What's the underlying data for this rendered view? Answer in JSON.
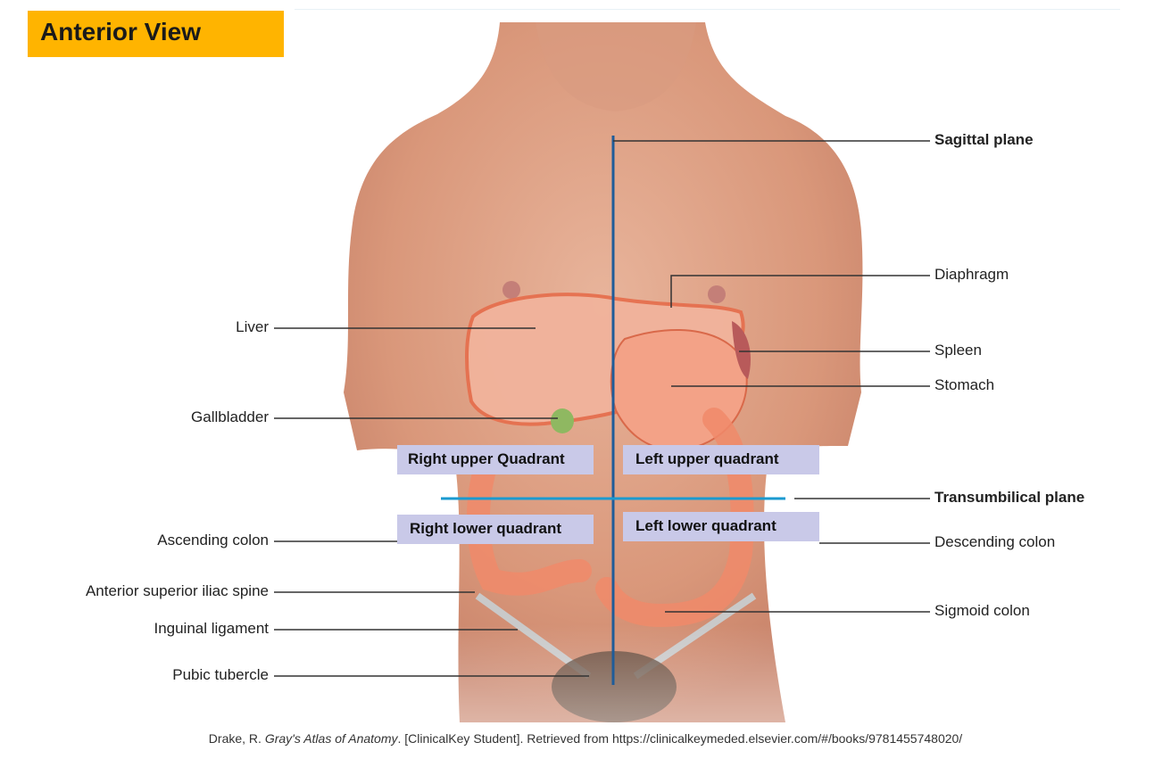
{
  "title": "Anterior View",
  "colors": {
    "title_bg": "#FFB400",
    "plane_sagittal": "#1f5c99",
    "plane_transumbilical": "#1a9ad0",
    "quadrant_bg": "#c9c9e8",
    "skin": "#e2a98e",
    "organ": "#f3a287"
  },
  "labels_left": {
    "liver": "Liver",
    "gallbladder": "Gallbladder",
    "ascending_colon": "Ascending colon",
    "asis": "Anterior superior iliac spine",
    "inguinal_ligament": "Inguinal ligament",
    "pubic_tubercle": "Pubic tubercle"
  },
  "labels_right": {
    "sagittal_plane": "Sagittal plane",
    "diaphragm": "Diaphragm",
    "spleen": "Spleen",
    "stomach": "Stomach",
    "transumbilical_plane": "Transumbilical plane",
    "descending_colon": "Descending colon",
    "sigmoid_colon": "Sigmoid colon"
  },
  "quadrants": {
    "ruq": "Right upper Quadrant",
    "luq": "Left upper quadrant",
    "rlq": "Right lower quadrant",
    "llq": "Left lower quadrant"
  },
  "citation": {
    "prefix": "Drake, R. ",
    "book": "Gray's Atlas of Anatomy",
    "suffix": ". [ClinicalKey Student]. Retrieved  from https://clinicalkeymeded.elsevier.com/#/books/9781455748020/"
  }
}
